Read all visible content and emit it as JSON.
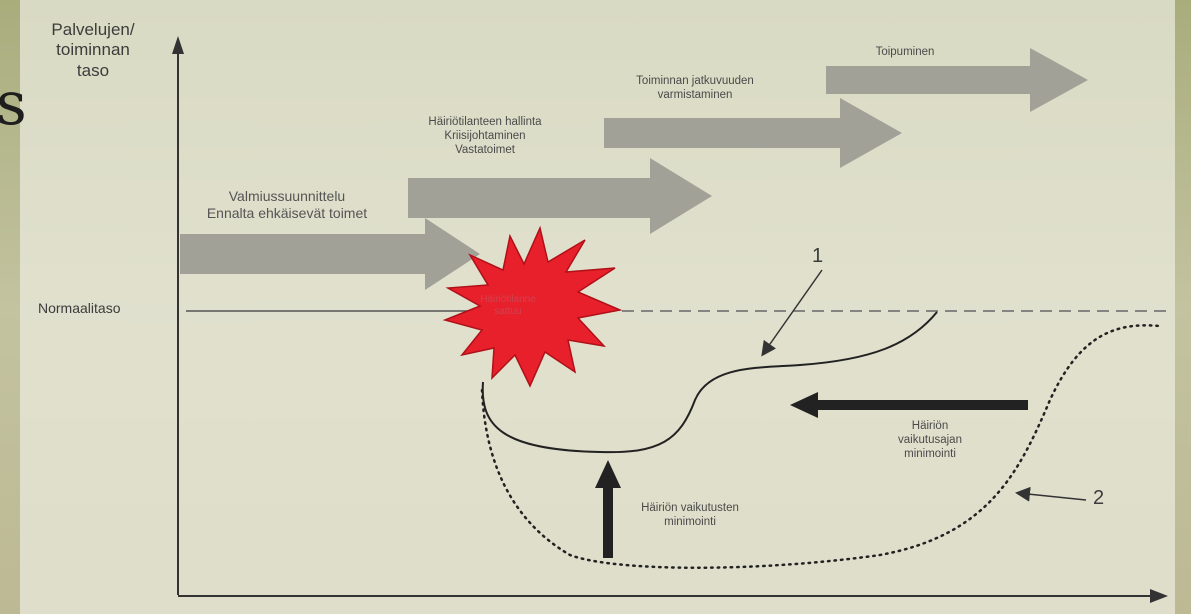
{
  "y_axis_label": "Palvelujen/\ntoiminnan\ntaso",
  "normal_level_label": "Normaalitaso",
  "phases": [
    {
      "id": "preparedness",
      "label": "Valmiussuunnittelu\nEnnalta ehkäisevät toimet"
    },
    {
      "id": "incident-management",
      "label": "Häiriötilanteen hallinta\nKriisijohtaminen\nVastatoimet"
    },
    {
      "id": "continuity",
      "label": "Toiminnan jatkuvuuden\nvarmistaminen"
    },
    {
      "id": "recovery",
      "label": "Toipuminen"
    }
  ],
  "incident_label": "Häiriötilanne\nsattuu",
  "duration_label": "Häiriön\nvaikutusajan\nminimointi",
  "impact_label": "Häiriön vaikutusten\nminimointi",
  "curve_labels": [
    "1",
    "2"
  ],
  "edge_text": "s",
  "colors": {
    "background": "#cfcfb5",
    "arrow_fill": "#9a9a92",
    "starburst": "#e8202c",
    "axis": "#333333",
    "curve": "#222222"
  }
}
